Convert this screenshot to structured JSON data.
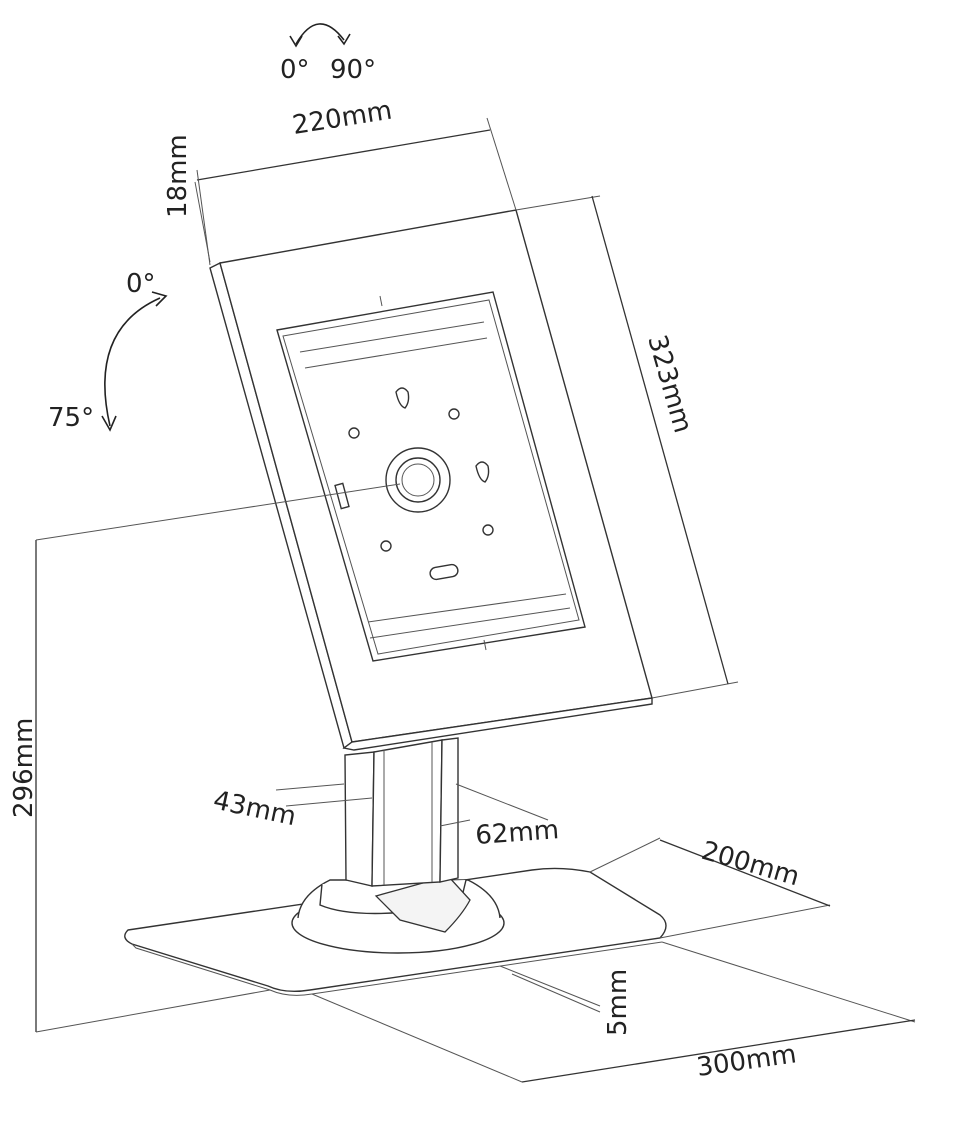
{
  "labels": {
    "rot_h_0": "0°",
    "rot_h_90": "90°",
    "width": "220mm",
    "depth": "18mm",
    "tilt_0": "0°",
    "tilt_75": "75°",
    "height_panel": "323mm",
    "height_total": "296mm",
    "pole_43": "43mm",
    "pole_62": "62mm",
    "base_200": "200mm",
    "base_300": "300mm",
    "plate_5": "5mm"
  },
  "colors": {
    "line": "#333333",
    "fill": "#ffffff",
    "text": "#222222"
  }
}
